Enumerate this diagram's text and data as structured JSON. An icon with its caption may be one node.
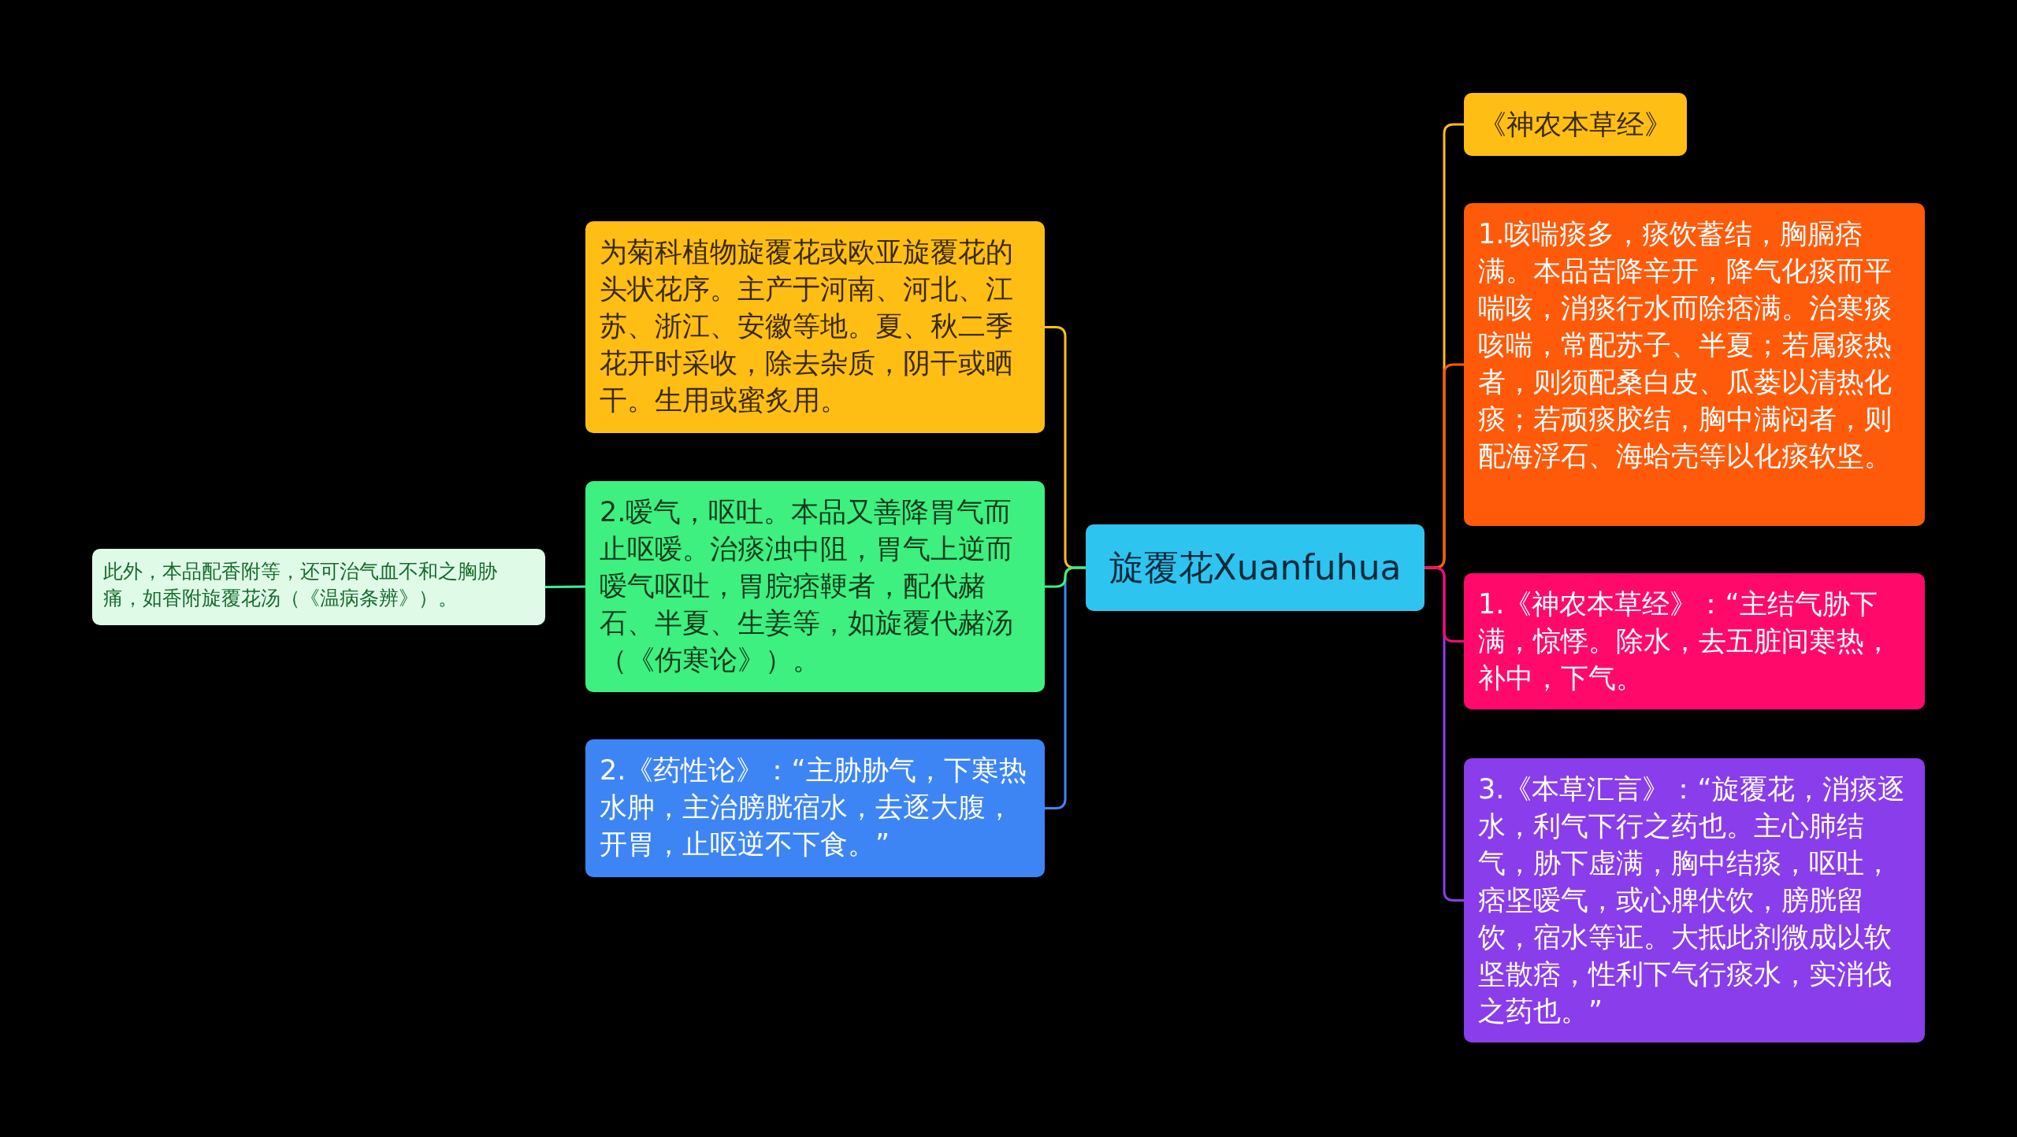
{
  "diagram": {
    "nodes": [
      {
        "text": [
          "旋覆花Xuanfuhua"
        ]
      },
      {
        "text": [
          "为菊科植物旋覆花或欧亚旋覆花的头状花序。主产于河南、河北、江苏、浙江、安徽等地。夏、秋二季花开时采收，除去杂质，阴干或晒干。生用或蜜炙用。"
        ]
      },
      {
        "text": [
          "2.嗳气，呕吐。本品又善降胃气而止呕嗳。治痰浊中阻，胃气上逆而嗳气呕吐，胃脘痞鞕者，配代赭石、半夏、生姜等，如旋覆代赭汤（《伤寒论》）。"
        ]
      },
      {
        "text": [
          "此外，本品配香附等，还可治气血不和之胸胁痛，如香附旋覆花汤（《温病条辨》）。"
        ]
      },
      {
        "text": [
          "2.《药性论》：“主胁胁气，下寒热水肿，主治膀胱宿水，去逐大腹，开胃，止呕逆不下食。”"
        ]
      },
      {
        "text": [
          "《神农本草经》"
        ]
      },
      {
        "text": [
          "1.咳喘痰多，痰饮蓄结，胸膈痞满。本品苦降辛开，降气化痰而平喘咳，消痰行水而除痞满。治寒痰咳喘，常配苏子、半夏；若属痰热者，则须配桑白皮、瓜蒌以清热化痰；若顽痰胶结，胸中满闷者，则配海浮石、海蛤壳等以化痰软坚。"
        ]
      },
      {
        "text": [
          "1.《神农本草经》：“主结气胁下满，惊悸。除水，去五脏间寒热，补中，下气。"
        ]
      },
      {
        "text": [
          "3.《本草汇言》：“旋覆花，消痰逐水，利气下行之药也。主心肺结气，胁下虚满，胸中结痰，呕吐，痞坚嗳气，或心脾伏饮，膀胱留饮，宿水等证。大抵此剂微成以软坚散痞，性利下气行痰水，实消伐之药也。”"
        ]
      }
    ],
    "edges": [
      {
        "from": 0,
        "to": 1,
        "arrow": "none",
        "color": "#ffbe13"
      },
      {
        "from": 0,
        "to": 2,
        "arrow": "none",
        "color": "#3df07f"
      },
      {
        "from": 2,
        "to": 3,
        "arrow": "none",
        "color": "#3df0a0"
      },
      {
        "from": 0,
        "to": 4,
        "arrow": "none",
        "color": "#3d85f5"
      },
      {
        "from": 0,
        "to": 5,
        "arrow": "none",
        "color": "#ffbe13"
      },
      {
        "from": 0,
        "to": 6,
        "arrow": "none",
        "color": "#ff5a0a"
      },
      {
        "from": 0,
        "to": 7,
        "arrow": "none",
        "color": "#ff0a6b"
      },
      {
        "from": 0,
        "to": 8,
        "arrow": "none",
        "color": "#8a3deb"
      }
    ]
  }
}
